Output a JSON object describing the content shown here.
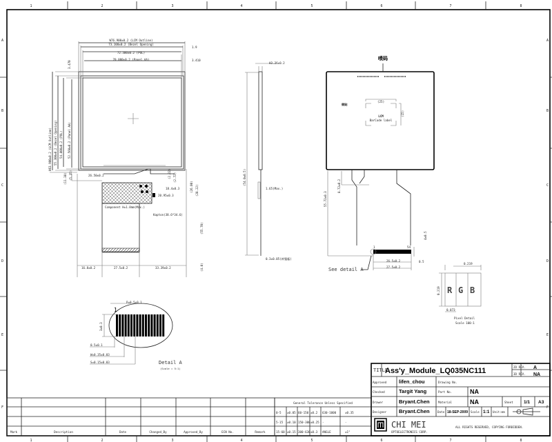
{
  "columns": [
    "1",
    "2",
    "3",
    "4",
    "5",
    "6",
    "7",
    "8"
  ],
  "rows": [
    "A",
    "B",
    "C",
    "D",
    "E",
    "F"
  ],
  "front_view": {
    "dims_h": [
      "W76.900±0.2 (LCM Outline)",
      "73.100±0.2 (Bezel Opening)",
      "72.300±0.2 (POL)",
      "70.080±0.2 (Panel AA)",
      "1.9",
      "3.410"
    ],
    "dims_v": [
      "H63.900±0.2 (LCM Outline)",
      "55.300±0.2 (Bezel Opening)",
      "54.800±0.2 (POL)",
      "52.560±0.2 (Panel AA)",
      "3.470"
    ],
    "fpc": [
      "26.50±0.2",
      "18.4±0.3",
      "20.95±0.3",
      "16.8±0.2",
      "27.5±0.2",
      "33.39±0.2",
      "(11.38)",
      "(5.35)",
      "(2.22)",
      "(2.72)",
      "(26.00)",
      "(28.22)",
      "(55.70)",
      "(4.0)"
    ],
    "labels": [
      "Component H=1.8mm(Max.)",
      "Kapton(38.6*34.6)"
    ]
  },
  "side_view": {
    "dims": [
      "H3.26±0.2",
      "(54.0±0.5)",
      "1.65(Max.)",
      "0.3±0.05(补强板)"
    ]
  },
  "back_view": {
    "top_label": "喷码",
    "label_pointer": "侧贴",
    "barcode": [
      "LCM",
      "BarCode label"
    ],
    "dims": [
      "(25)",
      "(15)",
      "55.72±0.3",
      "8.72±0.2",
      "26.5±0.2",
      "27.5±0.2",
      "0.5",
      "4±0.5"
    ],
    "pins": [
      "1",
      "54"
    ],
    "see_detail": "See detail A"
  },
  "detail_a": {
    "dims": [
      "P=0.5±0.1",
      "1",
      "3±0.3",
      "0.5±0.1",
      "W=0.35±0.03",
      "S=0.15±0.03"
    ],
    "title": "Detail A",
    "scale": "(Scale = 5:1)"
  },
  "pixel_detail": {
    "cells": [
      "R",
      "G",
      "B"
    ],
    "dims": [
      "0.219",
      "0.219",
      "0.073"
    ],
    "title": "Pixel Detail",
    "scale": "Scale 100:1"
  },
  "revision_table": {
    "headers": [
      "Mark",
      "Description",
      "Date",
      "Changed_By",
      "Approved_By",
      "ECN No.",
      "Remark"
    ]
  },
  "tolerance": {
    "title": "General Tolerance Unless Specified",
    "rows": [
      [
        "0-5",
        "±0.05",
        "60-150",
        "±0.2",
        "630-1000",
        "±0.35"
      ],
      [
        "5-15",
        "±0.10",
        "150-300",
        "±0.25",
        "-",
        "-"
      ],
      [
        "15-60",
        "±0.15",
        "300-630",
        "±0.3",
        "ANGLE",
        "±1°"
      ]
    ]
  },
  "title_block": {
    "title_label": "TITLE",
    "title": "Ass'y_Module_LQ035NC111",
    "rev2d_label": "2D REV.",
    "rev2d": "A",
    "rev3d_label": "3D REV.",
    "rev3d": "NA",
    "approved_label": "Approved",
    "approved": "lifen_chou",
    "drawing_no_label": "Drawing No.",
    "checked_label": "Checked",
    "checked": "Targit Yang",
    "part_no_label": "Part No.",
    "part_no": "NA",
    "drawer_label": "Drawer",
    "drawer": "Bryant.Chen",
    "material_label": "Material",
    "material": "NA",
    "sheet_label": "Sheet",
    "sheet": "1/1",
    "size": "A3",
    "designer_label": "Designer",
    "designer": "Bryant.Chen",
    "date_label": "Date",
    "date": "18-SEP-2009",
    "scale_label": "Scale",
    "scale": "1:1",
    "unit_label": "Unit:mm",
    "company": "CHI MEI",
    "company_sub": "OPTOELECTRONICS CORP.",
    "rights": "ALL RIGHTS RESERVED, COPYING FORBIDDEN."
  }
}
